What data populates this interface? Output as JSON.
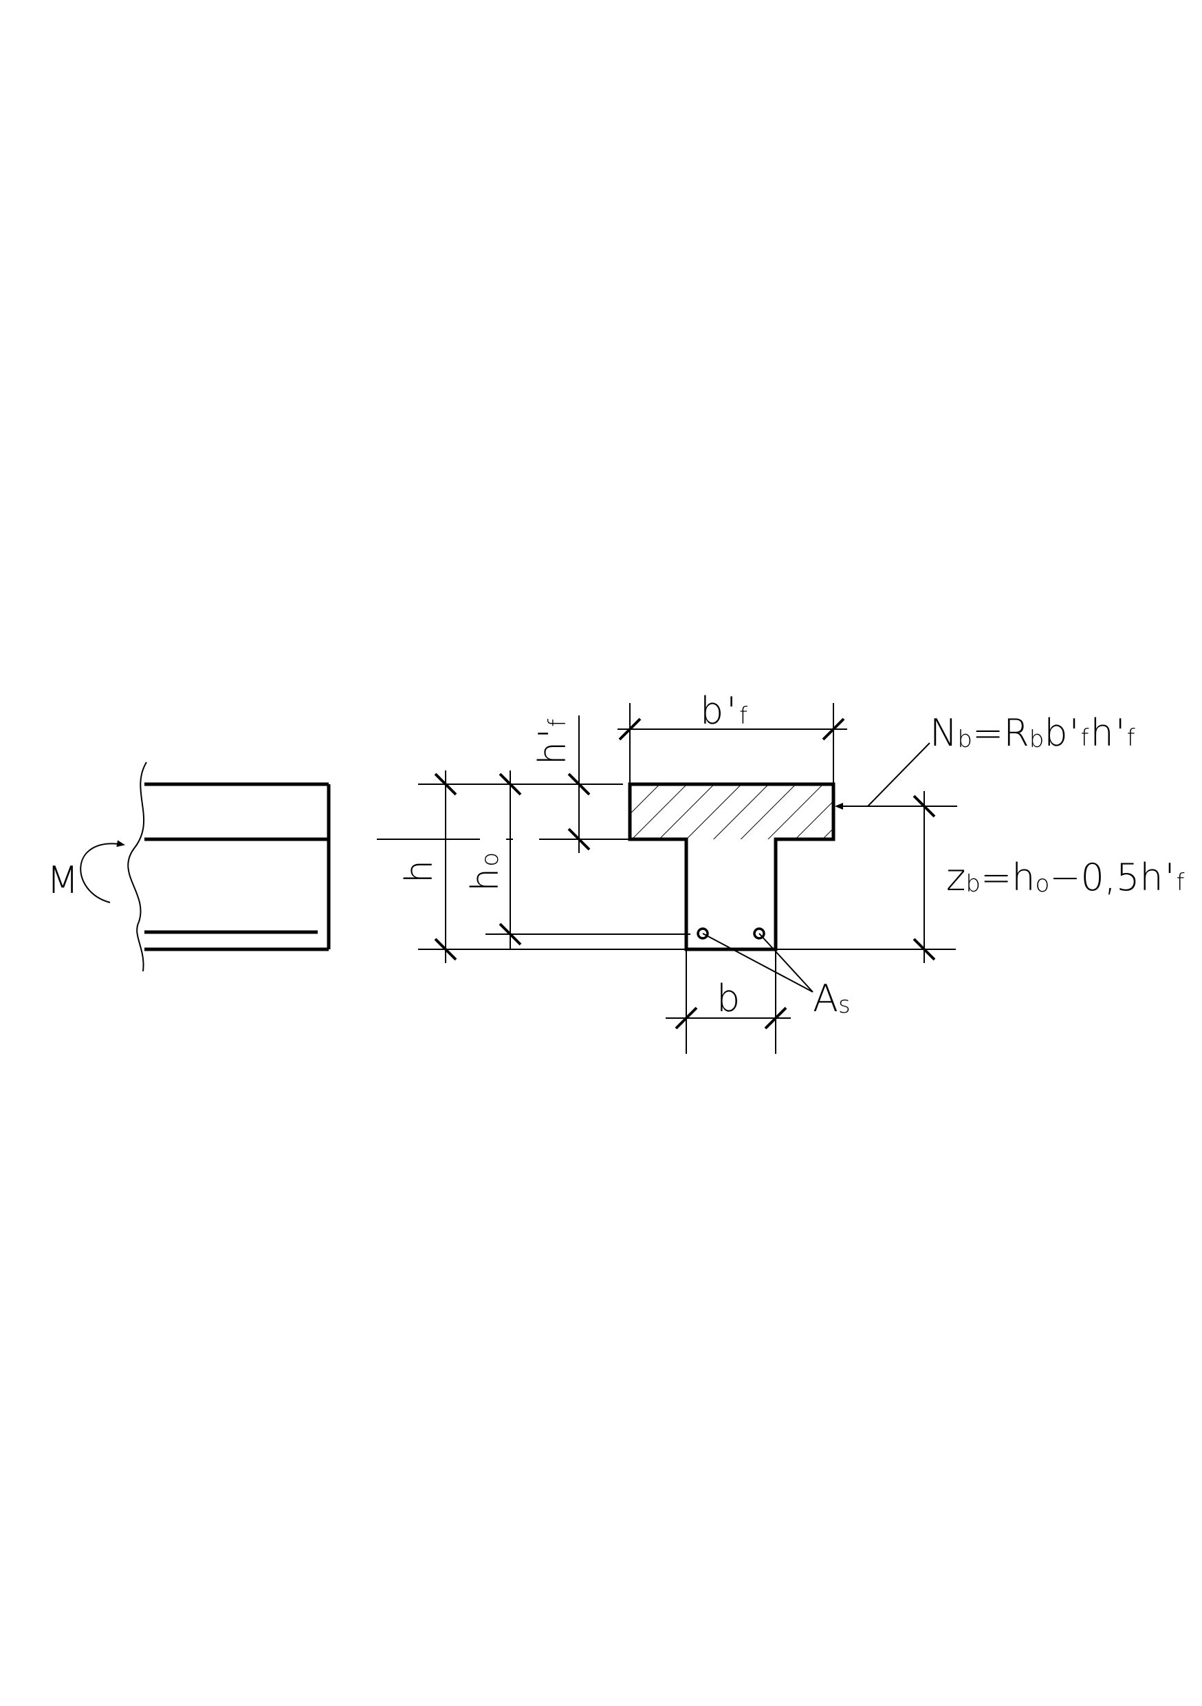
{
  "labels": {
    "moment": "M",
    "dim_flange_width_main": "b",
    "dim_flange_width_prime": "'",
    "dim_flange_width_sub": "f",
    "dim_flange_height_main": "h",
    "dim_flange_height_prime": "'",
    "dim_flange_height_sub": "f",
    "dim_total_height": "h",
    "dim_effective_depth_main": "h",
    "dim_effective_depth_sub": "o",
    "dim_web_width": "b",
    "compression_force_main": "N",
    "compression_force_sub": "b",
    "compression_force_eq": "=R",
    "compression_force_sub2": "b",
    "compression_force_b": "b",
    "compression_force_prime1": "'",
    "compression_force_f1": "f",
    "compression_force_h": "h",
    "compression_force_prime2": "'",
    "compression_force_f2": "f",
    "lever_arm_main": "z",
    "lever_arm_sub": "b",
    "lever_arm_eq": "=h",
    "lever_arm_sub2": "o",
    "lever_arm_rest": "−0,5h",
    "lever_arm_prime": "'",
    "lever_arm_f": "f",
    "reinforcement_main": "A",
    "reinforcement_sub": "s"
  },
  "colors": {
    "line": "#000000",
    "background": "#ffffff"
  }
}
